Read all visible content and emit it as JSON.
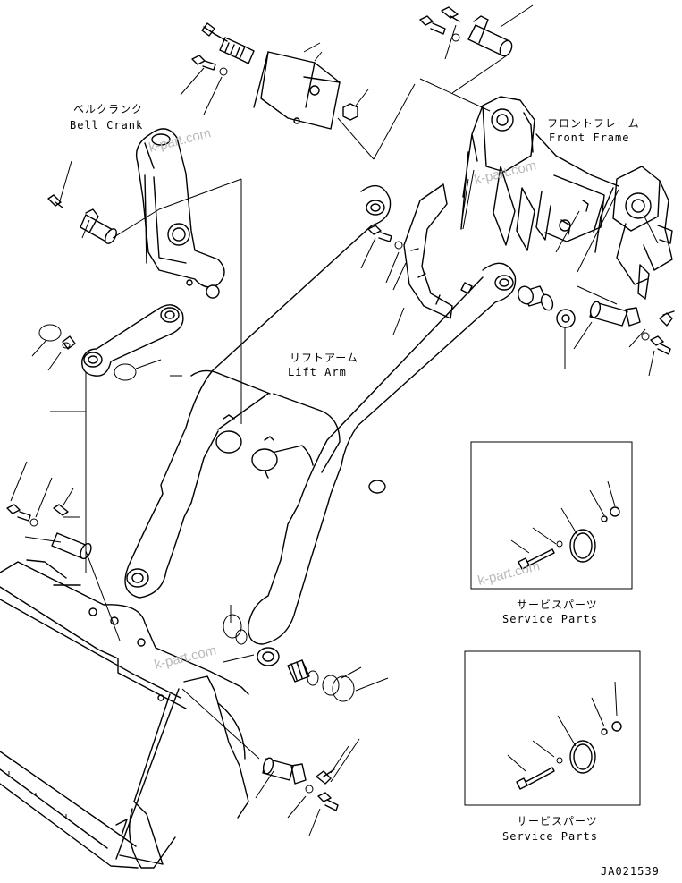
{
  "labels": {
    "bell_crank_jp": "ベルクランク",
    "bell_crank_en": "Bell Crank",
    "front_frame_jp": "フロントフレーム",
    "front_frame_en": "Front Frame",
    "lift_arm_jp": "リフトアーム",
    "lift_arm_en": "Lift Arm",
    "service_parts_1_jp": "サービスパーツ",
    "service_parts_1_en": "Service Parts",
    "service_parts_2_jp": "サービスパーツ",
    "service_parts_2_en": "Service Parts"
  },
  "watermarks": [
    "k-part.com",
    "k-part.com",
    "k-part.com",
    "k-part.com"
  ],
  "figure_code": "JA021539"
}
